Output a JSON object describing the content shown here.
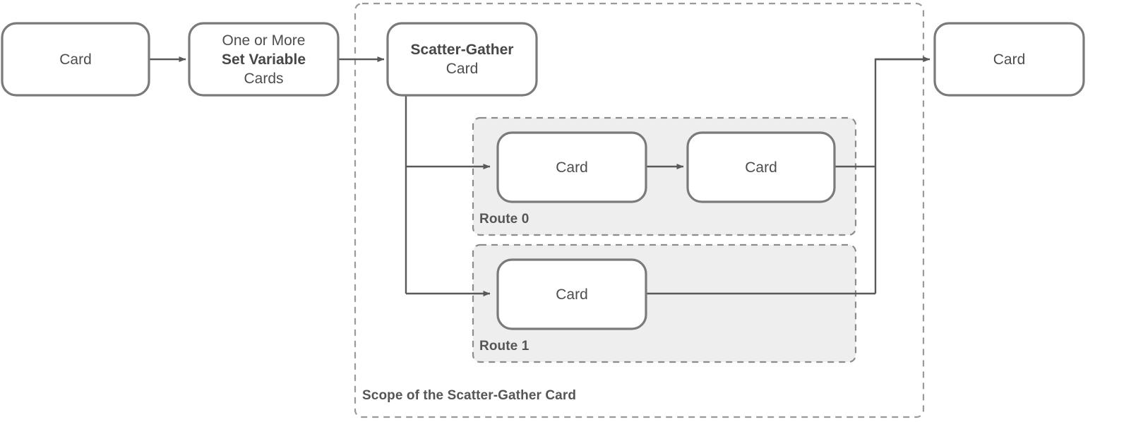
{
  "diagram": {
    "title_visible": false,
    "colors": {
      "card_stroke": "#7a7a7a",
      "card_fill": "#ffffff",
      "scope_stroke": "#9a9a9a",
      "route_stroke": "#8c8c8c",
      "route_fill": "#eeeeee",
      "arrow": "#595959",
      "text": "#4d4d4d",
      "label_text": "#555555",
      "background": "#ffffff"
    },
    "nodes": [
      {
        "id": "card-start",
        "label_lines": [
          {
            "text": "Card",
            "bold": false
          }
        ]
      },
      {
        "id": "set-variable-cards",
        "label_lines": [
          {
            "text": "One or More",
            "bold": false
          },
          {
            "text": "Set Variable",
            "bold": true
          },
          {
            "text": "Cards",
            "bold": false
          }
        ]
      },
      {
        "id": "scatter-gather-card",
        "label_lines": [
          {
            "text": "Scatter-Gather",
            "bold": true
          },
          {
            "text": "Card",
            "bold": false
          }
        ]
      },
      {
        "id": "route0-card-1",
        "label_lines": [
          {
            "text": "Card",
            "bold": false
          }
        ]
      },
      {
        "id": "route0-card-2",
        "label_lines": [
          {
            "text": "Card",
            "bold": false
          }
        ]
      },
      {
        "id": "route1-card-1",
        "label_lines": [
          {
            "text": "Card",
            "bold": false
          }
        ]
      },
      {
        "id": "card-end",
        "label_lines": [
          {
            "text": "Card",
            "bold": false
          }
        ]
      }
    ],
    "groups": [
      {
        "id": "route-0",
        "label": "Route 0"
      },
      {
        "id": "route-1",
        "label": "Route 1"
      }
    ],
    "scope": {
      "id": "scatter-gather-scope",
      "label": "Scope of the Scatter-Gather Card"
    },
    "edges": [
      {
        "from": "card-start",
        "to": "set-variable-cards"
      },
      {
        "from": "set-variable-cards",
        "to": "scatter-gather-card"
      },
      {
        "from": "scatter-gather-card",
        "to": "route0-card-1"
      },
      {
        "from": "scatter-gather-card",
        "to": "route1-card-1"
      },
      {
        "from": "route0-card-1",
        "to": "route0-card-2"
      },
      {
        "from": "route0-card-2",
        "to": "card-end"
      },
      {
        "from": "route1-card-1",
        "to": "card-end"
      }
    ]
  }
}
